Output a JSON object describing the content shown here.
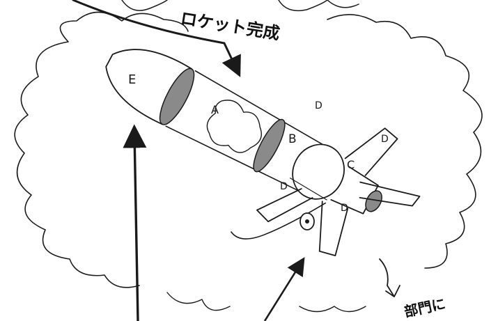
{
  "title": "ロケット完成",
  "corner_note": "部門に",
  "parts": {
    "nose": "E",
    "middle": "A",
    "body": "B",
    "engine": "C",
    "fin_top": "D",
    "fin_right": "D",
    "fin_left": "D",
    "fin_bottom": "D"
  },
  "colors": {
    "ink": "#1a1a1a",
    "shade": "#8a8a8a",
    "paper": "#ffffff"
  }
}
